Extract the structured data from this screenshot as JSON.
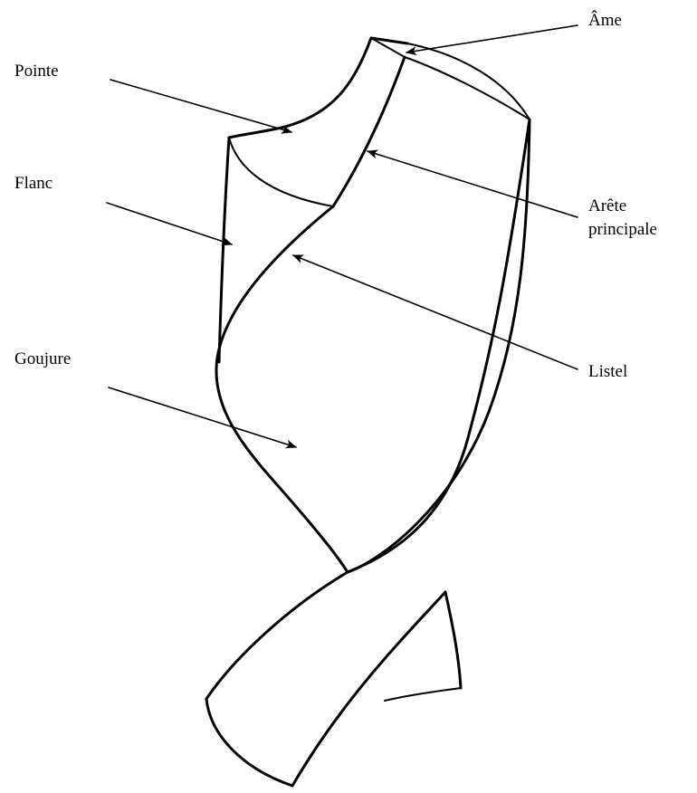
{
  "labels": {
    "ame": "Âme",
    "pointe": "Pointe",
    "flanc": "Flanc",
    "arete_line1": "Arête",
    "arete_line2": "principale",
    "goujure": "Goujure",
    "listel": "Listel"
  },
  "colors": {
    "ink": "#000000",
    "background": "#ffffff"
  }
}
